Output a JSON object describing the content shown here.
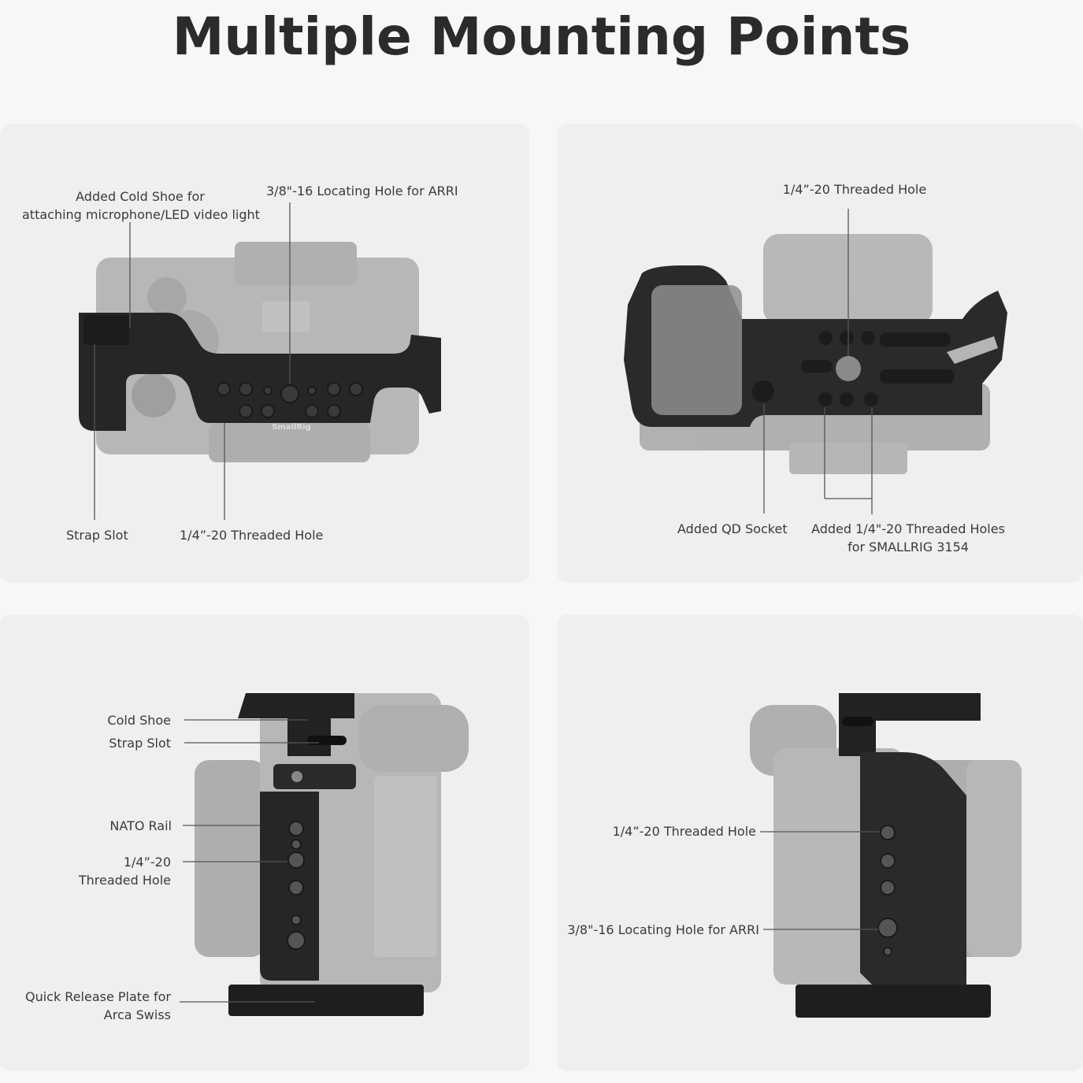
{
  "title": "Multiple Mounting Points",
  "brand_mark": "SmallRig",
  "panel_top_view": {
    "cold_shoe_label": [
      "Added Cold Shoe for",
      "attaching microphone/LED video light"
    ],
    "arri_label": "3/8\"-16 Locating Hole for ARRI",
    "strap_slot_label": "Strap Slot",
    "threaded_hole_label": "1/4”-20 Threaded Hole"
  },
  "panel_bottom_view": {
    "threaded_hole_label": "1/4”-20 Threaded Hole",
    "qd_socket_label": "Added QD Socket",
    "holes_3154_label": [
      "Added 1/4\"-20 Threaded Holes",
      "for SMALLRIG 3154"
    ]
  },
  "panel_left_side": {
    "cold_shoe_label": "Cold Shoe",
    "strap_slot_label": "Strap Slot",
    "nato_rail_label": "NATO Rail",
    "threaded_hole_label": [
      "1/4”-20",
      "Threaded Hole"
    ],
    "quick_release_label": [
      "Quick Release Plate for",
      "Arca Swiss"
    ]
  },
  "panel_right_side": {
    "threaded_hole_label": "1/4”-20 Threaded Hole",
    "arri_label": "3/8\"-16 Locating Hole for ARRI"
  },
  "colors": {
    "background": "#f7f7f7",
    "panel": "#efefef",
    "cage_metal": "#2a2a2a",
    "camera_body": "#8a8a8a",
    "leader_line": "#555555"
  }
}
